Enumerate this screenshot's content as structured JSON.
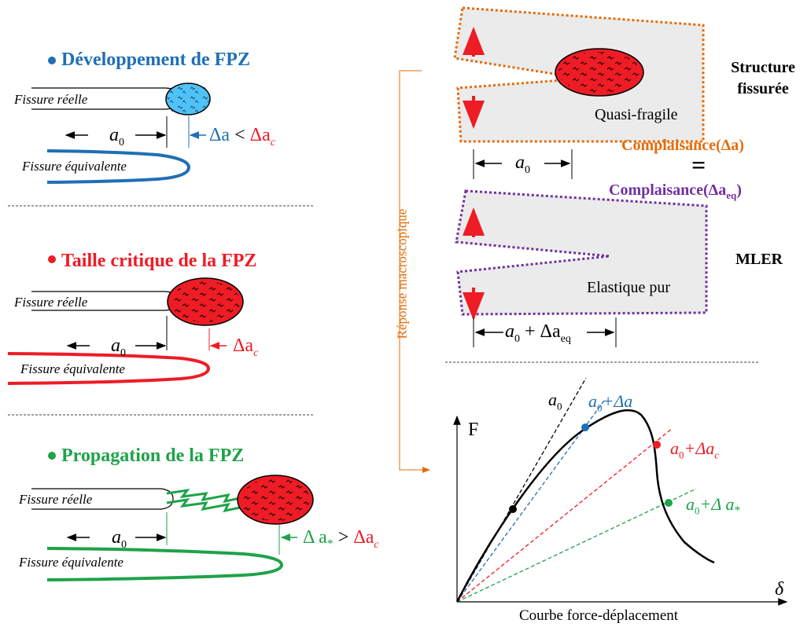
{
  "colors": {
    "blue": "#1f6fb5",
    "red": "#ee1c25",
    "green": "#1fa24a",
    "orange": "#e46c0a",
    "purple": "#7030a0",
    "fpz_blue": "#4fc3f7"
  },
  "left": {
    "stage1": {
      "title": "Développement de FPZ",
      "real_crack": "Fissure réelle",
      "equiv_crack": "Fissure équivalente",
      "a_label": "a",
      "sub0": "0",
      "da": "Δa",
      "compare": "<",
      "dac": "Δa",
      "sub_c": "c"
    },
    "stage2": {
      "title": "Taille critique de la FPZ",
      "real_crack": "Fissure réelle",
      "equiv_crack": "Fissure équivalente",
      "a_label": "a",
      "sub0": "0",
      "dac": "Δa",
      "sub_c": "c"
    },
    "stage3": {
      "title": "Propagation de la FPZ",
      "real_crack": "Fissure réelle",
      "equiv_crack": "Fissure équivalente",
      "a_label": "a",
      "sub0": "0",
      "das": "Δ a",
      "sub_star": "*",
      "compare": ">",
      "dac": "Δa",
      "sub_c": "c"
    }
  },
  "middle": {
    "vertical_label": "Réponse macroscopique"
  },
  "right": {
    "specimen1_label": "Quasi-fragile",
    "specimen2_label": "Elastique pur",
    "a0_a": "a",
    "a0_sub": "0",
    "a0_plus": " + Δa",
    "eq_sub": "eq",
    "structure_label1": "Structure",
    "structure_label2": "fissurée",
    "compliance1": "Complaisance(Δa)",
    "equals": "=",
    "compliance2": "Complaisance(Δa",
    "compliance2_sub": "eq",
    "compliance2_end": ")",
    "mler": "MLER"
  },
  "chart_data": {
    "type": "line",
    "title": "Courbe force-déplacement",
    "ylabel": "F",
    "xlabel": "δ",
    "series": [
      {
        "name": "a0",
        "color": "#000000"
      },
      {
        "name": "a0+Δa",
        "color": "#1f6fb5"
      },
      {
        "name": "a0+Δac",
        "color": "#ee1c25"
      },
      {
        "name": "a0+Δa*",
        "color": "#1fa24a"
      }
    ],
    "labels": {
      "a0": "a",
      "a0_sub": "0",
      "blue": "+Δa",
      "red": "+Δa",
      "red_sub": "c",
      "green": "+Δ a",
      "green_sub": "*"
    }
  }
}
